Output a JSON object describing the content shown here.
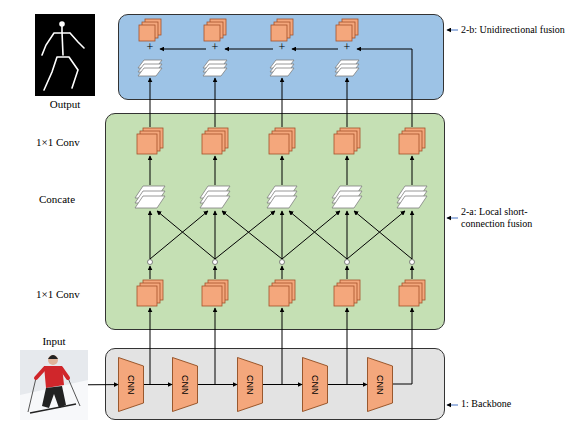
{
  "diagram": {
    "nodes": [
      {
        "text": [
          "Output"
        ]
      },
      {
        "text": [
          "2-b: Unidirectional fusion"
        ]
      },
      {
        "text": [
          "2-a: Local short-connection fusion"
        ]
      },
      {
        "text": [
          "Input"
        ]
      },
      {
        "text": [
          "1: Backbone"
        ]
      },
      {
        "text": [
          "CNN"
        ],
        "in": 4
      },
      {
        "text": [
          "CNN"
        ],
        "in": 4
      },
      {
        "text": [
          "CNN"
        ],
        "in": 4
      },
      {
        "text": [
          "CNN"
        ],
        "in": 4
      },
      {
        "text": [
          "CNN"
        ],
        "in": 4
      }
    ],
    "edges": [
      {
        "from": 3,
        "to": 5,
        "arrow": "to"
      },
      {
        "from": 5,
        "to": 6,
        "arrow": "to"
      },
      {
        "from": 6,
        "to": 7,
        "arrow": "to"
      },
      {
        "from": 7,
        "to": 8,
        "arrow": "to"
      },
      {
        "from": 8,
        "to": 9,
        "arrow": "to"
      }
    ],
    "labels": [
      "+",
      "+",
      "+",
      "+",
      "1×1 Conv",
      "Concate",
      "1×1 Conv"
    ]
  }
}
